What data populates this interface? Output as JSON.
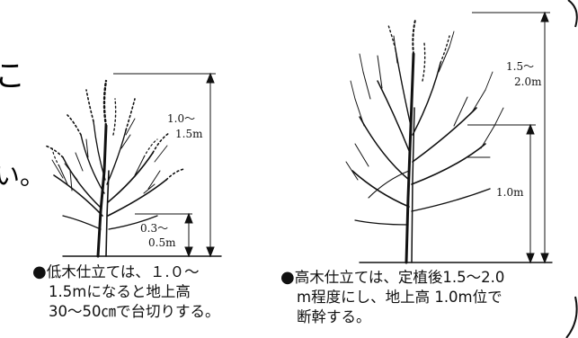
{
  "diagram": {
    "left_tree": {
      "upper_label": [
        "1.0〜",
        "1.5m"
      ],
      "lower_label": [
        "0.3〜",
        "0.5m"
      ],
      "caption": {
        "bullet": "●",
        "lines": [
          "低木仕立ては、１.０〜",
          "1.5mになると地上高",
          "30〜50㎝で台切りする。"
        ]
      }
    },
    "right_tree": {
      "upper_label": [
        "1.5〜",
        "2.0m"
      ],
      "lower_label": [
        "1.0m"
      ],
      "caption": {
        "bullet": "●",
        "lines": [
          "高木仕立ては、定植後1.5〜2.0",
          "m程度にし、地上高 1.0m位で",
          "断幹する。"
        ]
      }
    },
    "edge_text": [
      "こ",
      "い。"
    ]
  },
  "colors": {
    "ink": "#111111",
    "background": "#ffffff"
  }
}
